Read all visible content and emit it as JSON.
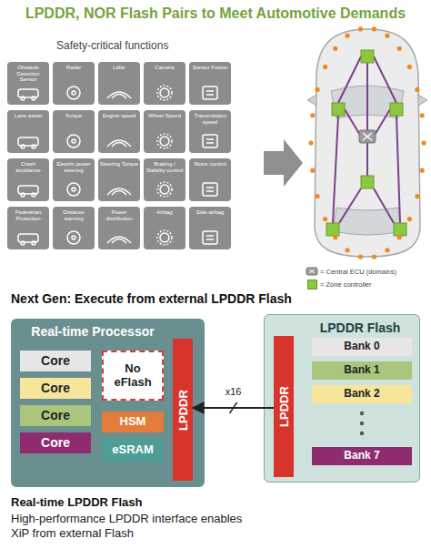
{
  "diagram": {
    "title": "LPDDR, NOR Flash Pairs to Meet Automotive Demands",
    "nodes": [
      {
        "text": [
          "Obstacle Detection Sensor"
        ]
      },
      {
        "text": [
          "Radar"
        ]
      },
      {
        "text": [
          "Lidar"
        ]
      },
      {
        "text": [
          "Camera"
        ]
      },
      {
        "text": [
          "Sensor Fusion"
        ]
      },
      {
        "text": [
          "Lane assist"
        ]
      },
      {
        "text": [
          "Torque"
        ]
      },
      {
        "text": [
          "Engine speed"
        ]
      },
      {
        "text": [
          "Wheel Speed"
        ]
      },
      {
        "text": [
          "Transmission speed"
        ]
      },
      {
        "text": [
          "Crash avoidance"
        ]
      },
      {
        "text": [
          "Electric power steering"
        ]
      },
      {
        "text": [
          "Steering Torque"
        ]
      },
      {
        "text": [
          "Braking / Stability control"
        ]
      },
      {
        "text": [
          "Motor control"
        ]
      },
      {
        "text": [
          "Pedestrian Protection"
        ]
      },
      {
        "text": [
          "Distance warning"
        ]
      },
      {
        "text": [
          "Power distribution"
        ]
      },
      {
        "text": [
          "Airbag"
        ]
      },
      {
        "text": [
          "Side airbag"
        ]
      },
      {
        "text": [
          "Real-time Processor"
        ]
      },
      {
        "text": [
          "Core"
        ],
        "in": 20
      },
      {
        "text": [
          "Core"
        ],
        "in": 20
      },
      {
        "text": [
          "Core"
        ],
        "in": 20
      },
      {
        "text": [
          "Core"
        ],
        "in": 20
      },
      {
        "text": [
          "No eFlash"
        ],
        "in": 20
      },
      {
        "text": [
          "HSM"
        ],
        "in": 20
      },
      {
        "text": [
          "eSRAM"
        ],
        "in": 20
      },
      {
        "text": [
          "LPDDR"
        ],
        "in": 20
      },
      {
        "text": [
          "LPDDR Flash"
        ]
      },
      {
        "text": [
          "LPDDR"
        ],
        "in": 29
      },
      {
        "text": [
          "Bank 0"
        ],
        "in": 29
      },
      {
        "text": [
          "Bank 1"
        ],
        "in": 29
      },
      {
        "text": [
          "Bank 2"
        ],
        "in": 29
      },
      {
        "text": [
          "Bank 7"
        ],
        "in": 29
      }
    ],
    "edges": [
      {
        "from": 30,
        "to": 28,
        "arrow": "to",
        "label": "x16"
      }
    ],
    "labels": [
      "Safety-critical functions",
      "Next Gen: Execute from external LPDDR Flash",
      "Real-time LPDDR Flash",
      "High-performance LPDDR interface enables XiP from external Flash"
    ],
    "legend": [
      {
        "text": "= Central ECU (domains)"
      },
      {
        "text": "= Zone controller",
        "color": "#8dc63f"
      }
    ]
  }
}
